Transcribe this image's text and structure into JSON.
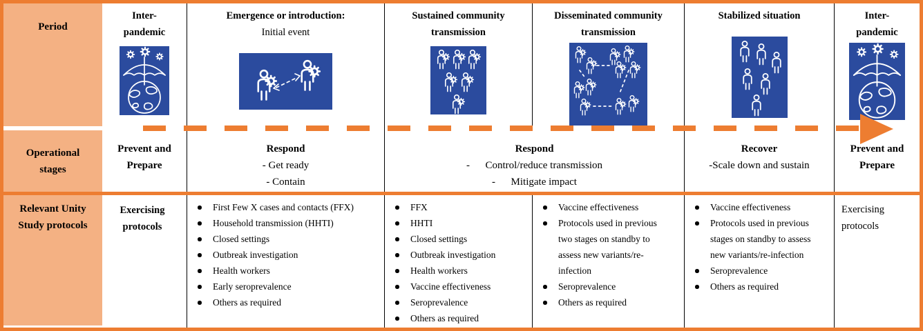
{
  "colors": {
    "orange_border": "#ED7D31",
    "orange_fill": "#F4B183",
    "icon_blue": "#2B4B9E"
  },
  "headers": {
    "period": "Period",
    "stages": "Operational\nstages",
    "protocols": "Relevant Unity\nStudy protocols"
  },
  "period_row": [
    {
      "title": "Inter-\npandemic",
      "icon": "umbrella-globe-virus-icon"
    },
    {
      "title": "Emergence or introduction:",
      "subtitle": "Initial event",
      "icon": "person-to-person-transmission-icon"
    },
    {
      "title": "Sustained community transmission",
      "icon": "infected-group-icon"
    },
    {
      "title": "Disseminated community transmission",
      "icon": "infected-clusters-icon"
    },
    {
      "title": "Stabilized situation",
      "icon": "people-group-icon"
    },
    {
      "title": "Inter-\npandemic",
      "icon": "umbrella-globe-virus-icon"
    }
  ],
  "stage_row": [
    {
      "title": "Prevent and\nPrepare",
      "sub": ""
    },
    {
      "title": "Respond",
      "sub": "- Get ready\n- Contain"
    },
    {
      "title": "Respond",
      "sub": "-      Control/reduce transmission\n-      Mitigate impact"
    },
    {
      "title": "Recover",
      "sub": "-Scale down and sustain"
    },
    {
      "title": "Prevent and\nPrepare",
      "sub": ""
    }
  ],
  "protocol_row": {
    "exercising_left": "Exercising\nprotocols",
    "emergence": [
      "First Few X cases and contacts (FFX)",
      "Household transmission (HHTI)",
      "Closed settings",
      "Outbreak investigation",
      "Health workers",
      "Early seroprevalence",
      "Others as required"
    ],
    "sustained": [
      "FFX",
      "HHTI",
      "Closed settings",
      "Outbreak investigation",
      "Health workers",
      "Vaccine effectiveness",
      "Seroprevalence",
      "Others as required"
    ],
    "disseminated": [
      "Vaccine effectiveness",
      "Protocols used in previous two stages on standby to assess new variants/re-infection",
      "Seroprevalence",
      "Others as required"
    ],
    "stabilized": [
      "Vaccine effectiveness",
      "Protocols used in previous stages on standby to assess new variants/re-infection",
      "Seroprevalence",
      "Others as required"
    ],
    "exercising_right": "Exercising protocols"
  }
}
